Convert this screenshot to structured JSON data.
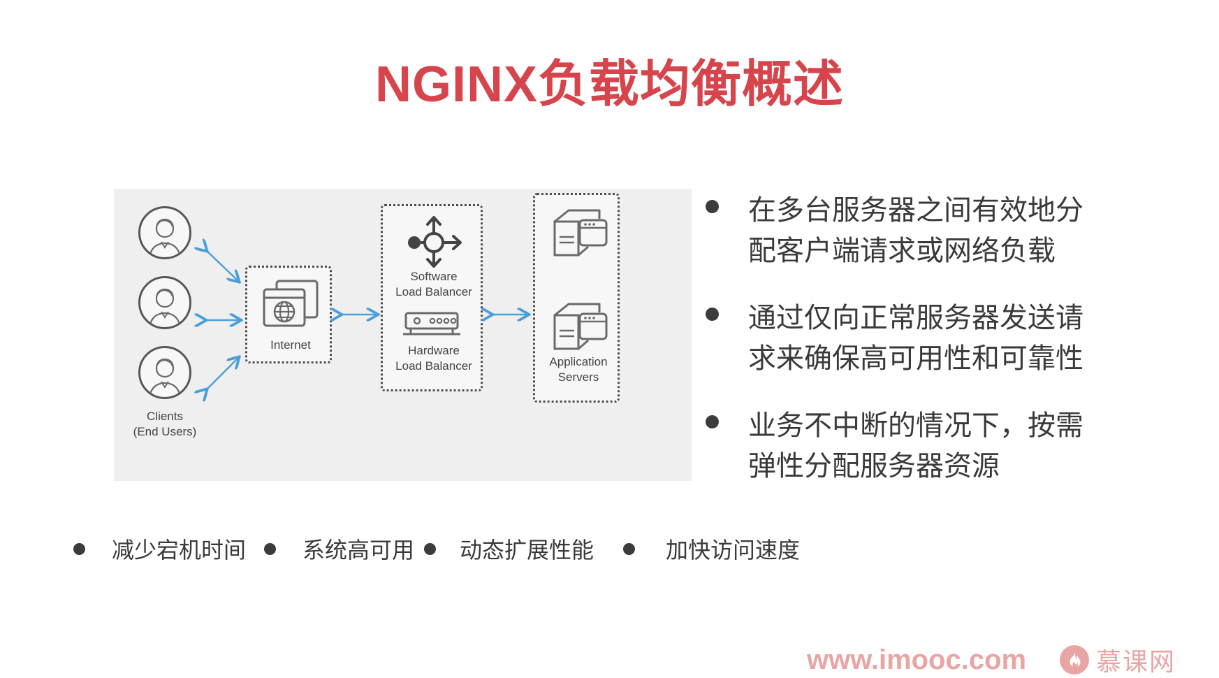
{
  "slide": {
    "title": "NGINX负载均衡概述",
    "title_color": "#d6454c",
    "background_color": "#ffffff"
  },
  "diagram": {
    "panel_color": "#efefef",
    "arrow_color": "#4a9fd8",
    "stroke_color": "#575757",
    "clients": {
      "label_line1": "Clients",
      "label_line2": "(End Users)",
      "count": 3,
      "icon": "user-avatar-icon"
    },
    "internet": {
      "label": "Internet",
      "icon": "globe-browser-icon"
    },
    "load_balancer": {
      "software_label_line1": "Software",
      "software_label_line2": "Load Balancer",
      "software_icon": "distribute-arrows-icon",
      "hardware_label_line1": "Hardware",
      "hardware_label_line2": "Load Balancer",
      "hardware_icon": "network-appliance-icon"
    },
    "app_servers": {
      "label_line1": "Application",
      "label_line2": "Servers",
      "count": 2,
      "icon": "server-icon"
    }
  },
  "bullets": [
    {
      "text": "在多台服务器之间有效地分配客户端请求或网络负载"
    },
    {
      "text": "通过仅向正常服务器发送请求来确保高可用性和可靠性"
    },
    {
      "text": "业务不中断的情况下，按需弹性分配服务器资源"
    }
  ],
  "benefits": [
    {
      "text": "减少宕机时间"
    },
    {
      "text": "系统高可用"
    },
    {
      "text": "动态扩展性能"
    },
    {
      "text": "加快访问速度"
    }
  ],
  "footer": {
    "url": "www.imooc.com",
    "brand_name": "慕课网",
    "logo_icon": "flame-icon",
    "color": "#e9a4a4"
  }
}
